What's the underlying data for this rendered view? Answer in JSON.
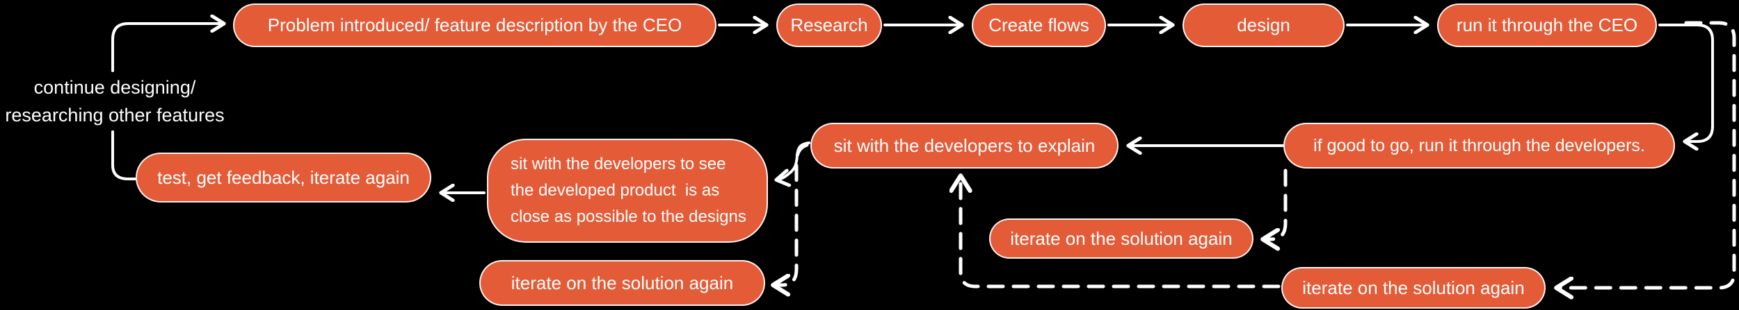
{
  "canvas": {
    "background": "#000000",
    "node_fill": "#E45B38",
    "node_border": "#FFFFFF",
    "text_color": "#FFFFFF",
    "connector_color": "#FFFFFF"
  },
  "annotation": {
    "line1": "continue designing/",
    "line2": "researching other features"
  },
  "nodes": {
    "problem": {
      "label": "Problem introduced/ feature description by the CEO"
    },
    "research": {
      "label": "Research"
    },
    "create_flows": {
      "label": "Create flows"
    },
    "design": {
      "label": "design"
    },
    "run_ceo": {
      "label": "run it through the CEO"
    },
    "test_feedback": {
      "label": "test, get feedback, iterate again"
    },
    "dev_check": {
      "line1": "sit with the developers to see",
      "line2": "the developed product  is as",
      "line3": "close as possible to the designs"
    },
    "dev_explain": {
      "label": "sit with the developers to explain"
    },
    "if_good": {
      "label": "if good to go, run it through the developers."
    },
    "iterate_mid_right": {
      "label": "iterate on the solution again"
    },
    "iterate_bottom_mid": {
      "label": "iterate on the solution again"
    },
    "iterate_bottom_right": {
      "label": "iterate on the solution again"
    }
  }
}
